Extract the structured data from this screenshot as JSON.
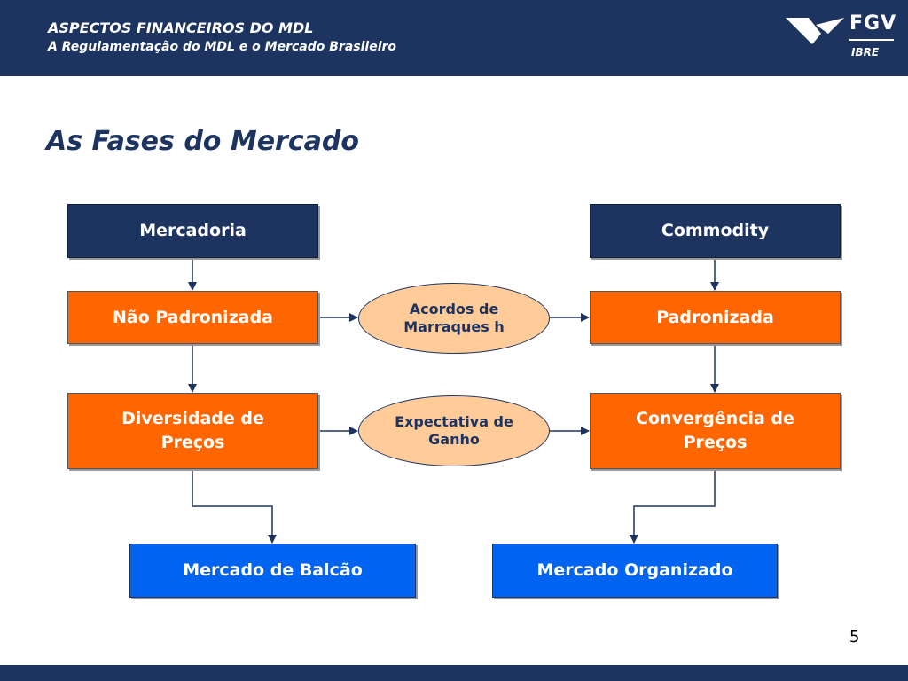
{
  "header": {
    "title": "ASPECTOS FINANCEIROS DO MDL",
    "subtitle": "A Regulamentação do MDL e o Mercado Brasileiro",
    "logo_text": "FGV",
    "logo_subtext": "IBRE"
  },
  "slide": {
    "title": "As Fases do Mercado",
    "page_number": "5"
  },
  "diagram": {
    "left": {
      "top": "Mercadoria",
      "middle": "Não Padronizada",
      "lower": "Diversidade de Preços",
      "bottom": "Mercado de Balcão"
    },
    "right": {
      "top": "Commodity",
      "middle": "Padronizada",
      "lower": "Convergência de Preços",
      "bottom": "Mercado Organizado"
    },
    "center": {
      "oval1": "Acordos de Marraques h",
      "oval2": "Expectativa de Ganho"
    }
  },
  "colors": {
    "navy": "#1d3461",
    "orange": "#ff6600",
    "blue": "#0064f0",
    "oval": "#ffcc99"
  }
}
